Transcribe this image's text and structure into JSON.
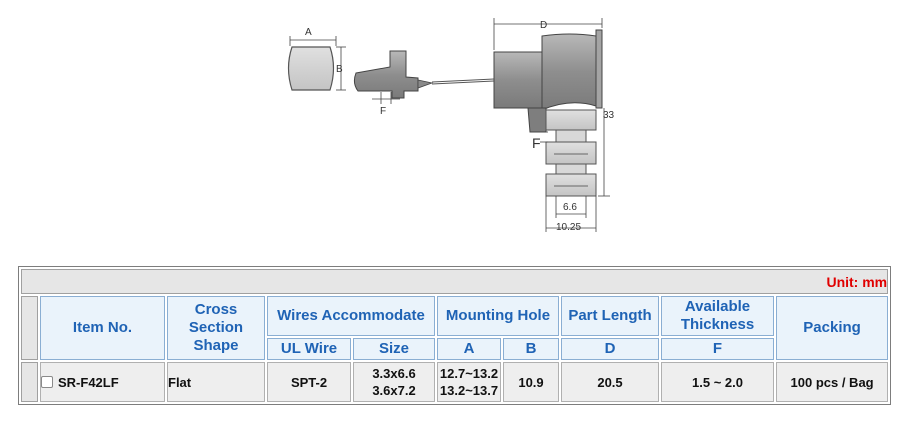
{
  "drawing": {
    "labels": {
      "dimA": "A",
      "dimB": "B",
      "dimF_small": "F",
      "dimD": "D",
      "dimF_large": "F",
      "dim33": "33",
      "dim66": "6.6",
      "dim1025": "10.25"
    }
  },
  "table": {
    "unit_text": "Unit: mm",
    "headers": {
      "item_no": "Item No.",
      "cross_section": "Cross Section Shape",
      "wires_accommodate": "Wires Accommodate",
      "ul_wire": "UL Wire",
      "size": "Size",
      "mounting_hole": "Mounting Hole",
      "hole_a": "A",
      "hole_b": "B",
      "part_length": "Part Length",
      "part_d": "D",
      "available_thickness": "Available Thickness",
      "thickness_f": "F",
      "packing": "Packing"
    },
    "rows": [
      {
        "item_no": "SR-F42LF",
        "shape": "Flat",
        "ul_wire": "SPT-2",
        "size": [
          "3.3x6.6",
          "3.6x7.2"
        ],
        "hole_a": [
          "12.7~13.2",
          "13.2~13.7"
        ],
        "hole_b": "10.9",
        "part_length": "20.5",
        "thickness": "1.5 ~ 2.0",
        "packing": "100 pcs / Bag"
      }
    ]
  },
  "colors": {
    "header_text": "#1f63b5",
    "header_bg": "#eaf3fb",
    "unit_text": "#e00000",
    "part_fill": "#9a9a9a"
  }
}
